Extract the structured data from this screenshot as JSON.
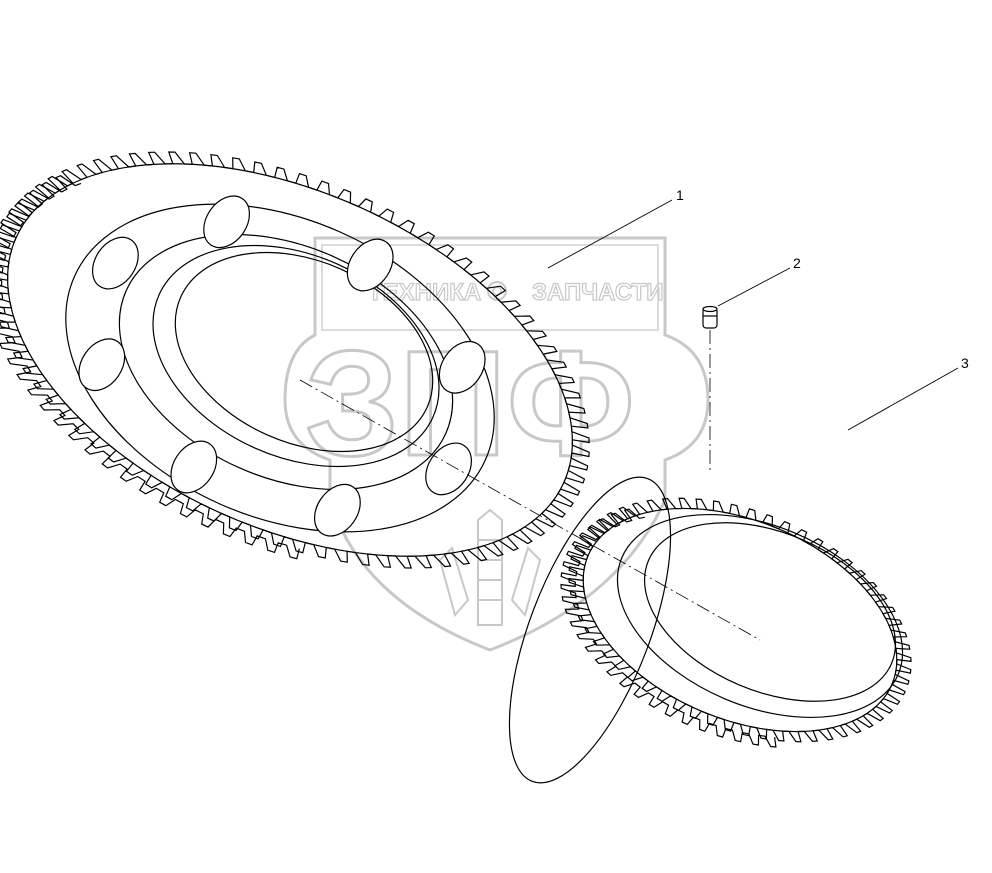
{
  "callouts": [
    {
      "id": "1",
      "label": "1"
    },
    {
      "id": "2",
      "label": "2"
    },
    {
      "id": "3",
      "label": "3"
    }
  ],
  "watermark": {
    "left_word": "ТЕХНИКА",
    "right_word": "ЗАПЧАСТИ",
    "big_letters": "ЗПФ"
  },
  "colors": {
    "line": "#000000",
    "watermark": "#c8c8c8"
  }
}
